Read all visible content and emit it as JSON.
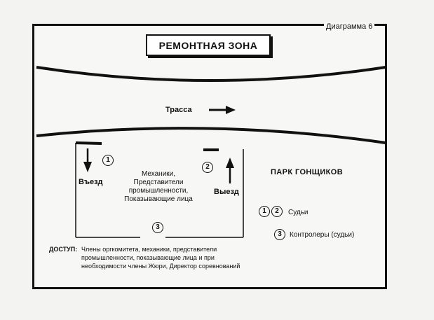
{
  "caption": "Диаграмма 6",
  "title": "РЕМОНТНАЯ ЗОНА",
  "track_label": "Трасса",
  "entry_label": "Въезд",
  "exit_label": "Выезд",
  "zone_people": "Механики, Представители промышленности, Показывающие лица",
  "paddock_label": "ПАРК ГОНЩИКОВ",
  "markers": {
    "m1": "1",
    "m2": "2",
    "m3": "3"
  },
  "legend": {
    "judges_label": "Судьи",
    "controllers_label": "Контролеры (судьи)"
  },
  "access": {
    "label": "ДОСТУП:",
    "text": "Члены оргкомитета, механики, представители промышленности, показывающие лица и при необходимости члены Жюри, Директор соревнований"
  },
  "colors": {
    "ink": "#111111",
    "paper": "#f7f7f5"
  },
  "icons": [
    "arrow-right-icon",
    "arrow-down-icon",
    "arrow-up-icon"
  ]
}
